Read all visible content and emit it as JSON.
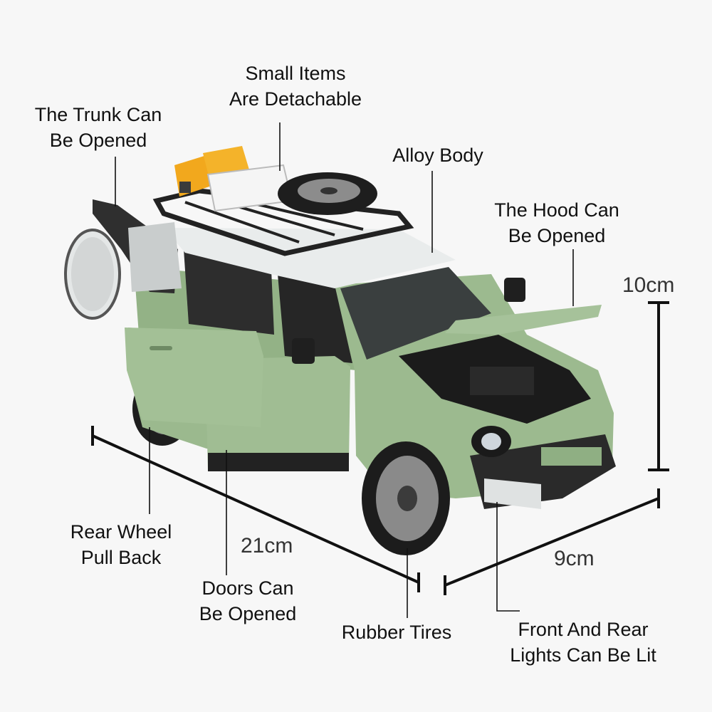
{
  "labels": {
    "small_items": [
      "Small Items",
      "Are Detachable"
    ],
    "trunk": [
      "The Trunk Can",
      "Be Opened"
    ],
    "alloy": [
      "Alloy Body"
    ],
    "hood": [
      "The Hood Can",
      "Be Opened"
    ],
    "rear_wheel": [
      "Rear Wheel",
      "Pull Back"
    ],
    "doors": [
      "Doors Can",
      "Be Opened"
    ],
    "tires": [
      "Rubber Tires"
    ],
    "lights": [
      "Front And Rear",
      "Lights Can Be Lit"
    ]
  },
  "dimensions": {
    "height": "10cm",
    "length": "21cm",
    "width": "9cm"
  },
  "colors": {
    "body": "#9bb98e",
    "body_dark": "#7a9a70",
    "roof": "#e9ecec",
    "tire": "#1e1e1e",
    "rack": "#222222",
    "jerry_can": "#f2a81d"
  }
}
